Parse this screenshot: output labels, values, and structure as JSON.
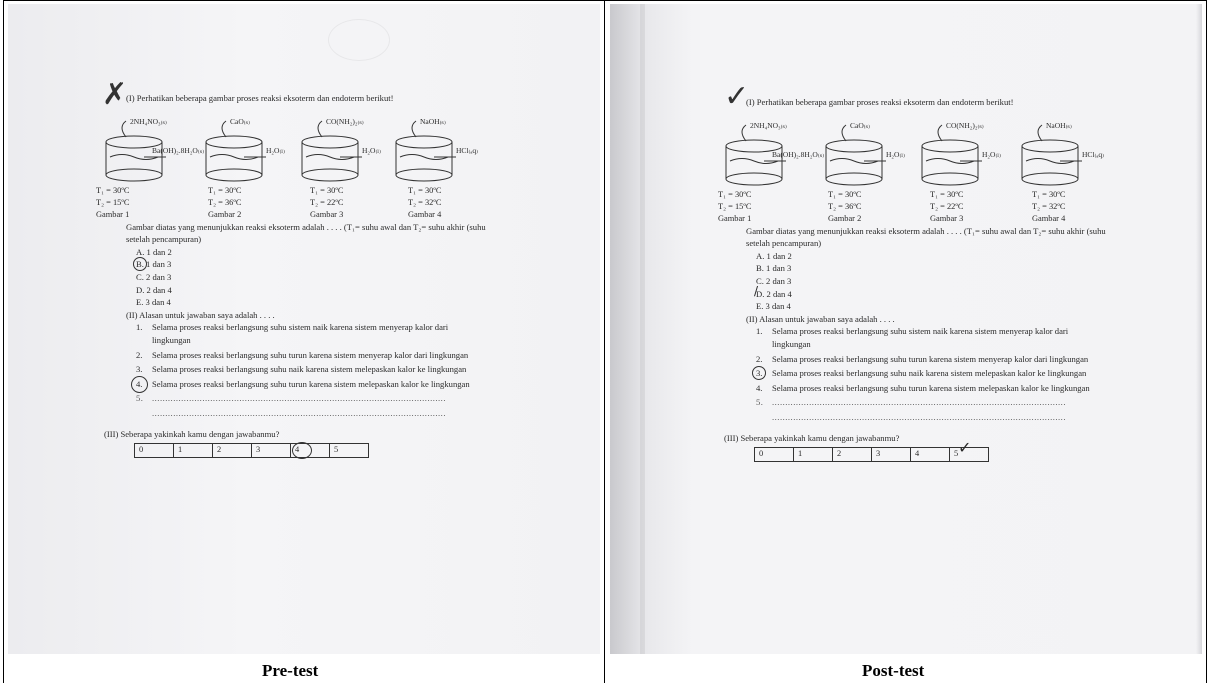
{
  "captions": {
    "left": "Pre-test",
    "right": "Post-test"
  },
  "pretest": {
    "question_title": "(I) Perhatikan beberapa gambar proses reaksi eksoterm dan endoterm berikut!",
    "mark_symbol": "✗",
    "beakers": [
      {
        "top": "2NH₄NO₃₍ₛ₎",
        "side": "Ba(OH)₂.8H₂O₍ₛ₎"
      },
      {
        "top": "CaO₍ₛ₎",
        "side": "H₂O₍ₗ₎"
      },
      {
        "top": "CO(NH₂)₂₍ₛ₎",
        "side": "H₂O₍ₗ₎"
      },
      {
        "top": "NaOH₍ₛ₎",
        "side": "HCl₍ₐq₎"
      }
    ],
    "temps": [
      {
        "t1": "T₁ = 30ºC",
        "t2": "T₂ = 15ºC",
        "label": "Gambar 1"
      },
      {
        "t1": "T₁ = 30ºC",
        "t2": "T₂ = 36ºC",
        "label": "Gambar 2"
      },
      {
        "t1": "T₁ = 30ºC",
        "t2": "T₂ = 22ºC",
        "label": "Gambar 3"
      },
      {
        "t1": "T₁ = 30ºC",
        "t2": "T₂ = 32ºC",
        "label": "Gambar 4"
      }
    ],
    "stem": "Gambar diatas yang menunjukkan reaksi eksoterm adalah . . . . (T₁= suhu awal dan T₂= suhu akhir (suhu setelah pencampuran)",
    "options": [
      "A.  1 dan 2",
      "B.  1 dan 3",
      "C.  2 dan 3",
      "D.  2 dan 4",
      "E.  3 dan 4"
    ],
    "reason_title": "(II) Alasan untuk jawaban saya adalah . . . .",
    "reasons": [
      {
        "n": "1.",
        "text": "Selama proses reaksi berlangsung suhu sistem naik karena sistem menyerap kalor dari lingkungan"
      },
      {
        "n": "2.",
        "text": "Selama proses reaksi berlangsung suhu turun karena sistem menyerap kalor dari lingkungan"
      },
      {
        "n": "3.",
        "text": "Selama proses reaksi berlangsung suhu naik karena sistem melepaskan kalor ke lingkungan"
      },
      {
        "n": "4.",
        "text": "Selama proses reaksi berlangsung suhu turun karena sistem melepaskan kalor ke lingkungan"
      },
      {
        "n": "5.",
        "text": "..............................................................................................................."
      }
    ],
    "dots_line": "...............................................................................................................",
    "confidence_title": "(III) Seberapa yakinkah kamu dengan jawabanmu?",
    "scale": [
      "0",
      "1",
      "2",
      "3",
      "4",
      "5"
    ],
    "selected_option": "B",
    "selected_reason": "4",
    "selected_scale": "4"
  },
  "posttest": {
    "question_title": "(I) Perhatikan beberapa gambar proses reaksi eksoterm dan endoterm berikut!",
    "mark_symbol": "✓",
    "beakers": [
      {
        "top": "2NH₄NO₃₍ₛ₎",
        "side": "Ba(OH)₂.8H₂O₍ₛ₎"
      },
      {
        "top": "CaO₍ₛ₎",
        "side": "H₂O₍ₗ₎"
      },
      {
        "top": "CO(NH₂)₂₍ₛ₎",
        "side": "H₂O₍ₗ₎"
      },
      {
        "top": "NaOH₍ₛ₎",
        "side": "HCl₍ₐq₎"
      }
    ],
    "temps": [
      {
        "t1": "T₁ = 30ºC",
        "t2": "T₂ = 15ºC",
        "label": "Gambar 1"
      },
      {
        "t1": "T₁ = 30ºC",
        "t2": "T₂ = 36ºC",
        "label": "Gambar 2"
      },
      {
        "t1": "T₁ = 30ºC",
        "t2": "T₂ = 22ºC",
        "label": "Gambar 3"
      },
      {
        "t1": "T₁ = 30ºC",
        "t2": "T₂ = 32ºC",
        "label": "Gambar 4"
      }
    ],
    "stem": "Gambar diatas yang menunjukkan reaksi eksoterm adalah . . . . (T₁= suhu awal dan T₂= suhu akhir (suhu setelah pencampuran)",
    "options": [
      "A.  1 dan 2",
      "B.  1 dan 3",
      "C.  2 dan 3",
      "D.  2 dan 4",
      "E.  3 dan 4"
    ],
    "reason_title": "(II) Alasan untuk jawaban saya adalah . . . .",
    "reasons": [
      {
        "n": "1.",
        "text": "Selama proses reaksi berlangsung suhu sistem naik karena sistem menyerap kalor dari lingkungan"
      },
      {
        "n": "2.",
        "text": "Selama proses reaksi berlangsung suhu turun karena sistem menyerap kalor dari lingkungan"
      },
      {
        "n": "3.",
        "text": "Selama proses reaksi berlangsung suhu naik karena sistem melepaskan kalor ke lingkungan"
      },
      {
        "n": "4.",
        "text": "Selama proses reaksi berlangsung suhu turun karena sistem melepaskan kalor ke lingkungan"
      },
      {
        "n": "5.",
        "text": "..............................................................................................................."
      }
    ],
    "dots_line": "...............................................................................................................",
    "confidence_title": "(III) Seberapa yakinkah kamu dengan jawabanmu?",
    "scale": [
      "0",
      "1",
      "2",
      "3",
      "4",
      "5"
    ],
    "selected_option": "D",
    "selected_reason": "3",
    "selected_scale": "5"
  }
}
